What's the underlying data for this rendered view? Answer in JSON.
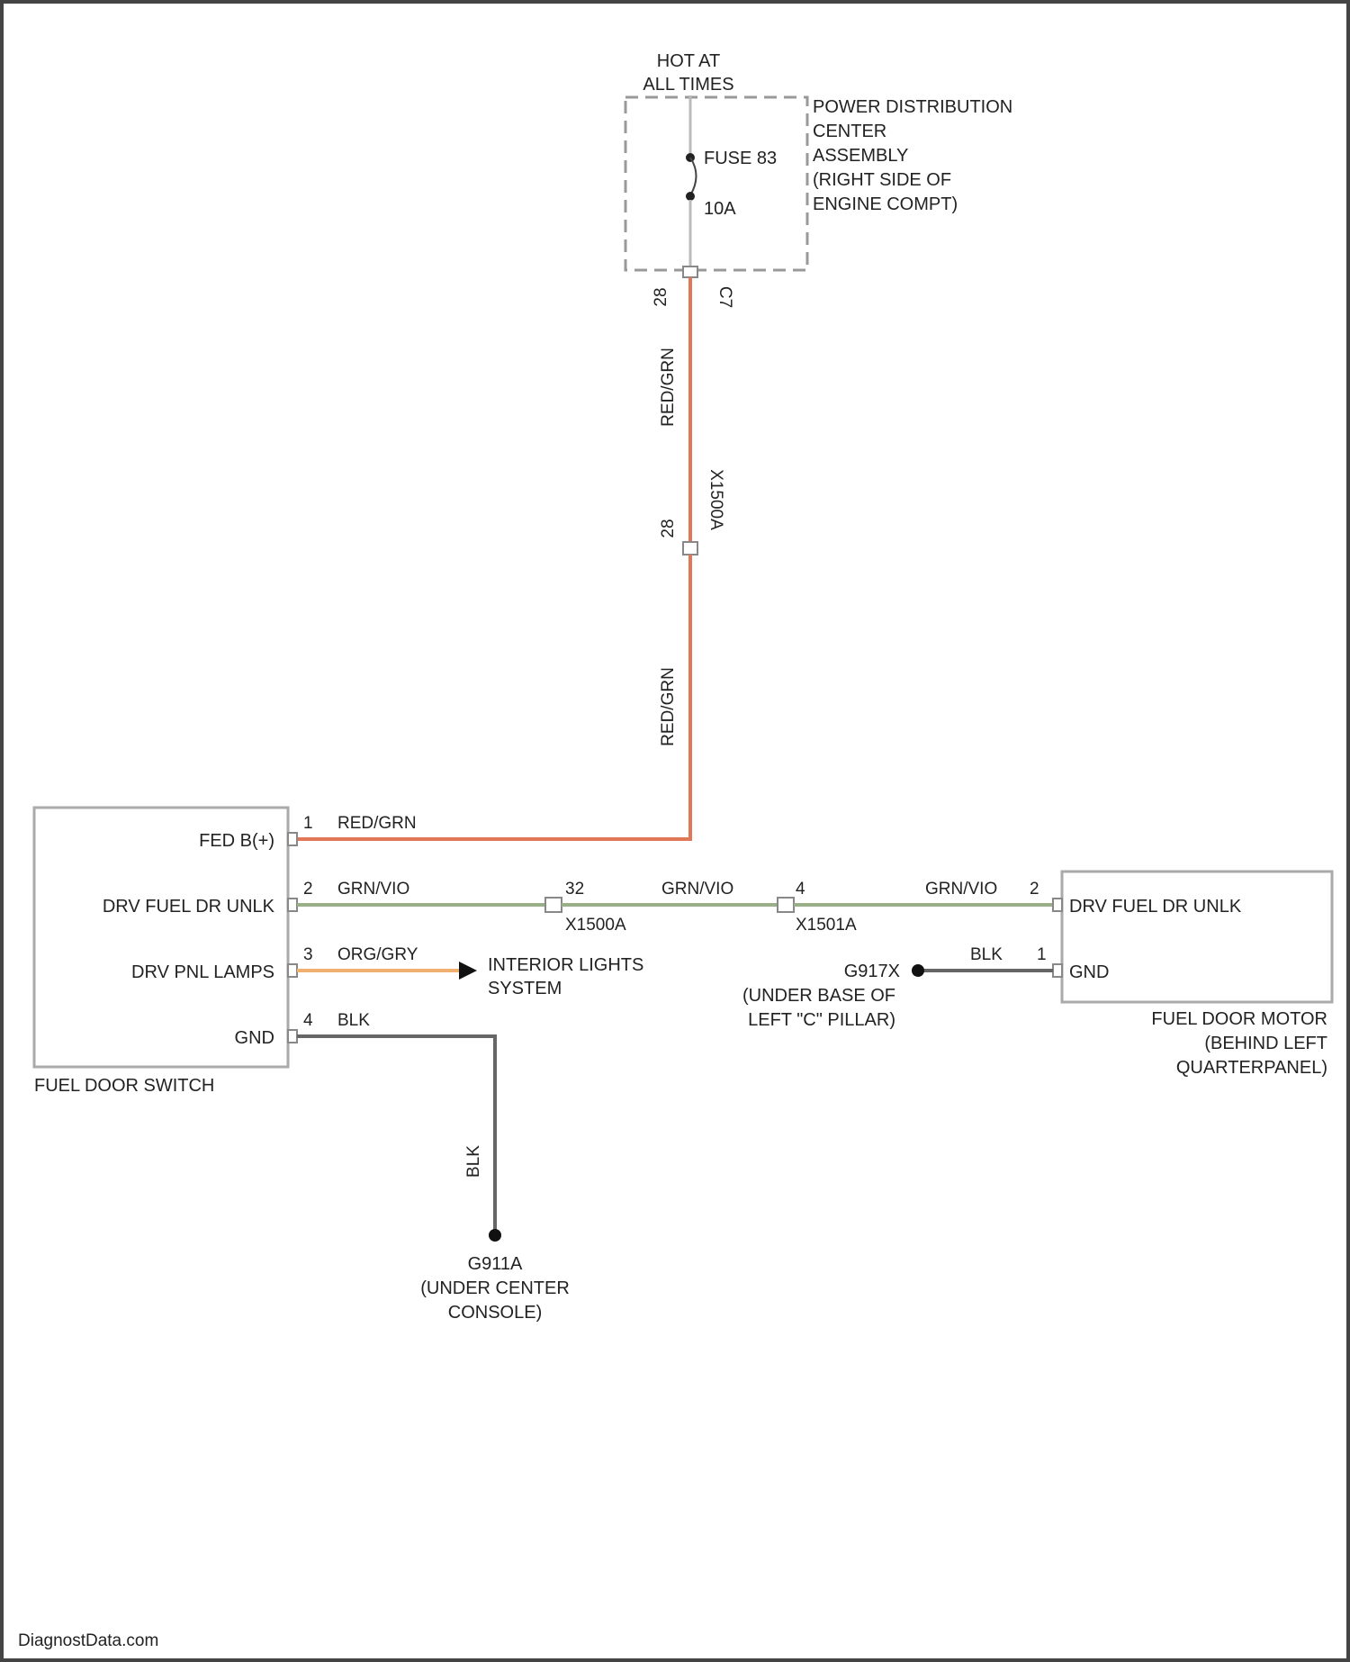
{
  "fuse_block": {
    "hot_line1": "HOT AT",
    "hot_line2": "ALL TIMES",
    "fuse_name": "FUSE 83",
    "fuse_rating": "10A",
    "pdc_lines": [
      "POWER DISTRIBUTION",
      "CENTER",
      "ASSEMBLY",
      "(RIGHT SIDE OF",
      "ENGINE COMPT)"
    ],
    "pin_left": "28",
    "pin_right": "C7"
  },
  "feed_wire": {
    "color_upper": "RED/GRN",
    "connector_ref": "X1500A",
    "connector_pin": "28",
    "color_lower": "RED/GRN"
  },
  "switch": {
    "title": "FUEL DOOR SWITCH",
    "pins": [
      {
        "num": "1",
        "label": "FED B(+)",
        "wire": "RED/GRN"
      },
      {
        "num": "2",
        "label": "DRV FUEL DR UNLK",
        "wire": "GRN/VIO"
      },
      {
        "num": "3",
        "label": "DRV PNL LAMPS",
        "wire": "ORG/GRY"
      },
      {
        "num": "4",
        "label": "GND",
        "wire": "BLK"
      }
    ]
  },
  "inline_connectors": [
    {
      "pin": "32",
      "name": "X1500A"
    },
    {
      "pin": "4",
      "name": "X1501A"
    }
  ],
  "mid_wire_color": "GRN/VIO",
  "interior_lights": [
    "INTERIOR LIGHTS",
    "SYSTEM"
  ],
  "ground_switch": {
    "wire": "BLK",
    "name": "G911A",
    "loc": [
      "(UNDER CENTER",
      "CONSOLE)"
    ]
  },
  "motor": {
    "title_lines": [
      "FUEL DOOR MOTOR",
      "(BEHIND LEFT",
      "QUARTERPANEL)"
    ],
    "pins": [
      {
        "num": "2",
        "label": "DRV FUEL DR UNLK",
        "wire": "GRN/VIO"
      },
      {
        "num": "1",
        "label": "GND",
        "wire": "BLK"
      }
    ]
  },
  "ground_motor": {
    "name": "G917X",
    "loc": [
      "(UNDER BASE OF",
      "LEFT \"C\" PILLAR)"
    ]
  },
  "watermark": "DiagnostData.com",
  "colors": {
    "red_grn": "#e07858",
    "grn_vio": "#9aae88",
    "org_gry": "#f0b070",
    "blk": "#666666"
  }
}
